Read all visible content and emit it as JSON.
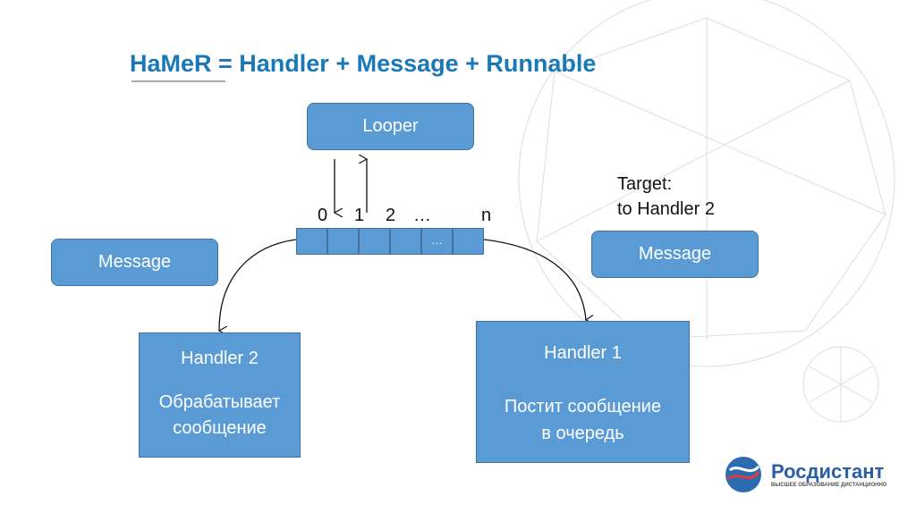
{
  "title": "HaMeR = Handler + Message + Runnable",
  "looper": "Looper",
  "queue": {
    "indices": [
      "0",
      "1",
      "2",
      "…",
      "n"
    ],
    "cell_ellipsis": "…"
  },
  "message_left": "Message",
  "message_right": "Message",
  "target": {
    "line1": "Target:",
    "line2": "to Handler 2"
  },
  "handler2": {
    "title": "Handler 2",
    "desc1": "Обрабатывает",
    "desc2": "сообщение"
  },
  "handler1": {
    "title": "Handler 1",
    "desc1": "Постит сообщение",
    "desc2": "в очередь"
  },
  "logo": {
    "name": "Росдистант",
    "tagline": "ВЫСШЕЕ ОБРАЗОВАНИЕ ДИСТАНЦИОННО"
  },
  "colors": {
    "box": "#5b9bd5",
    "title": "#1878b8"
  }
}
